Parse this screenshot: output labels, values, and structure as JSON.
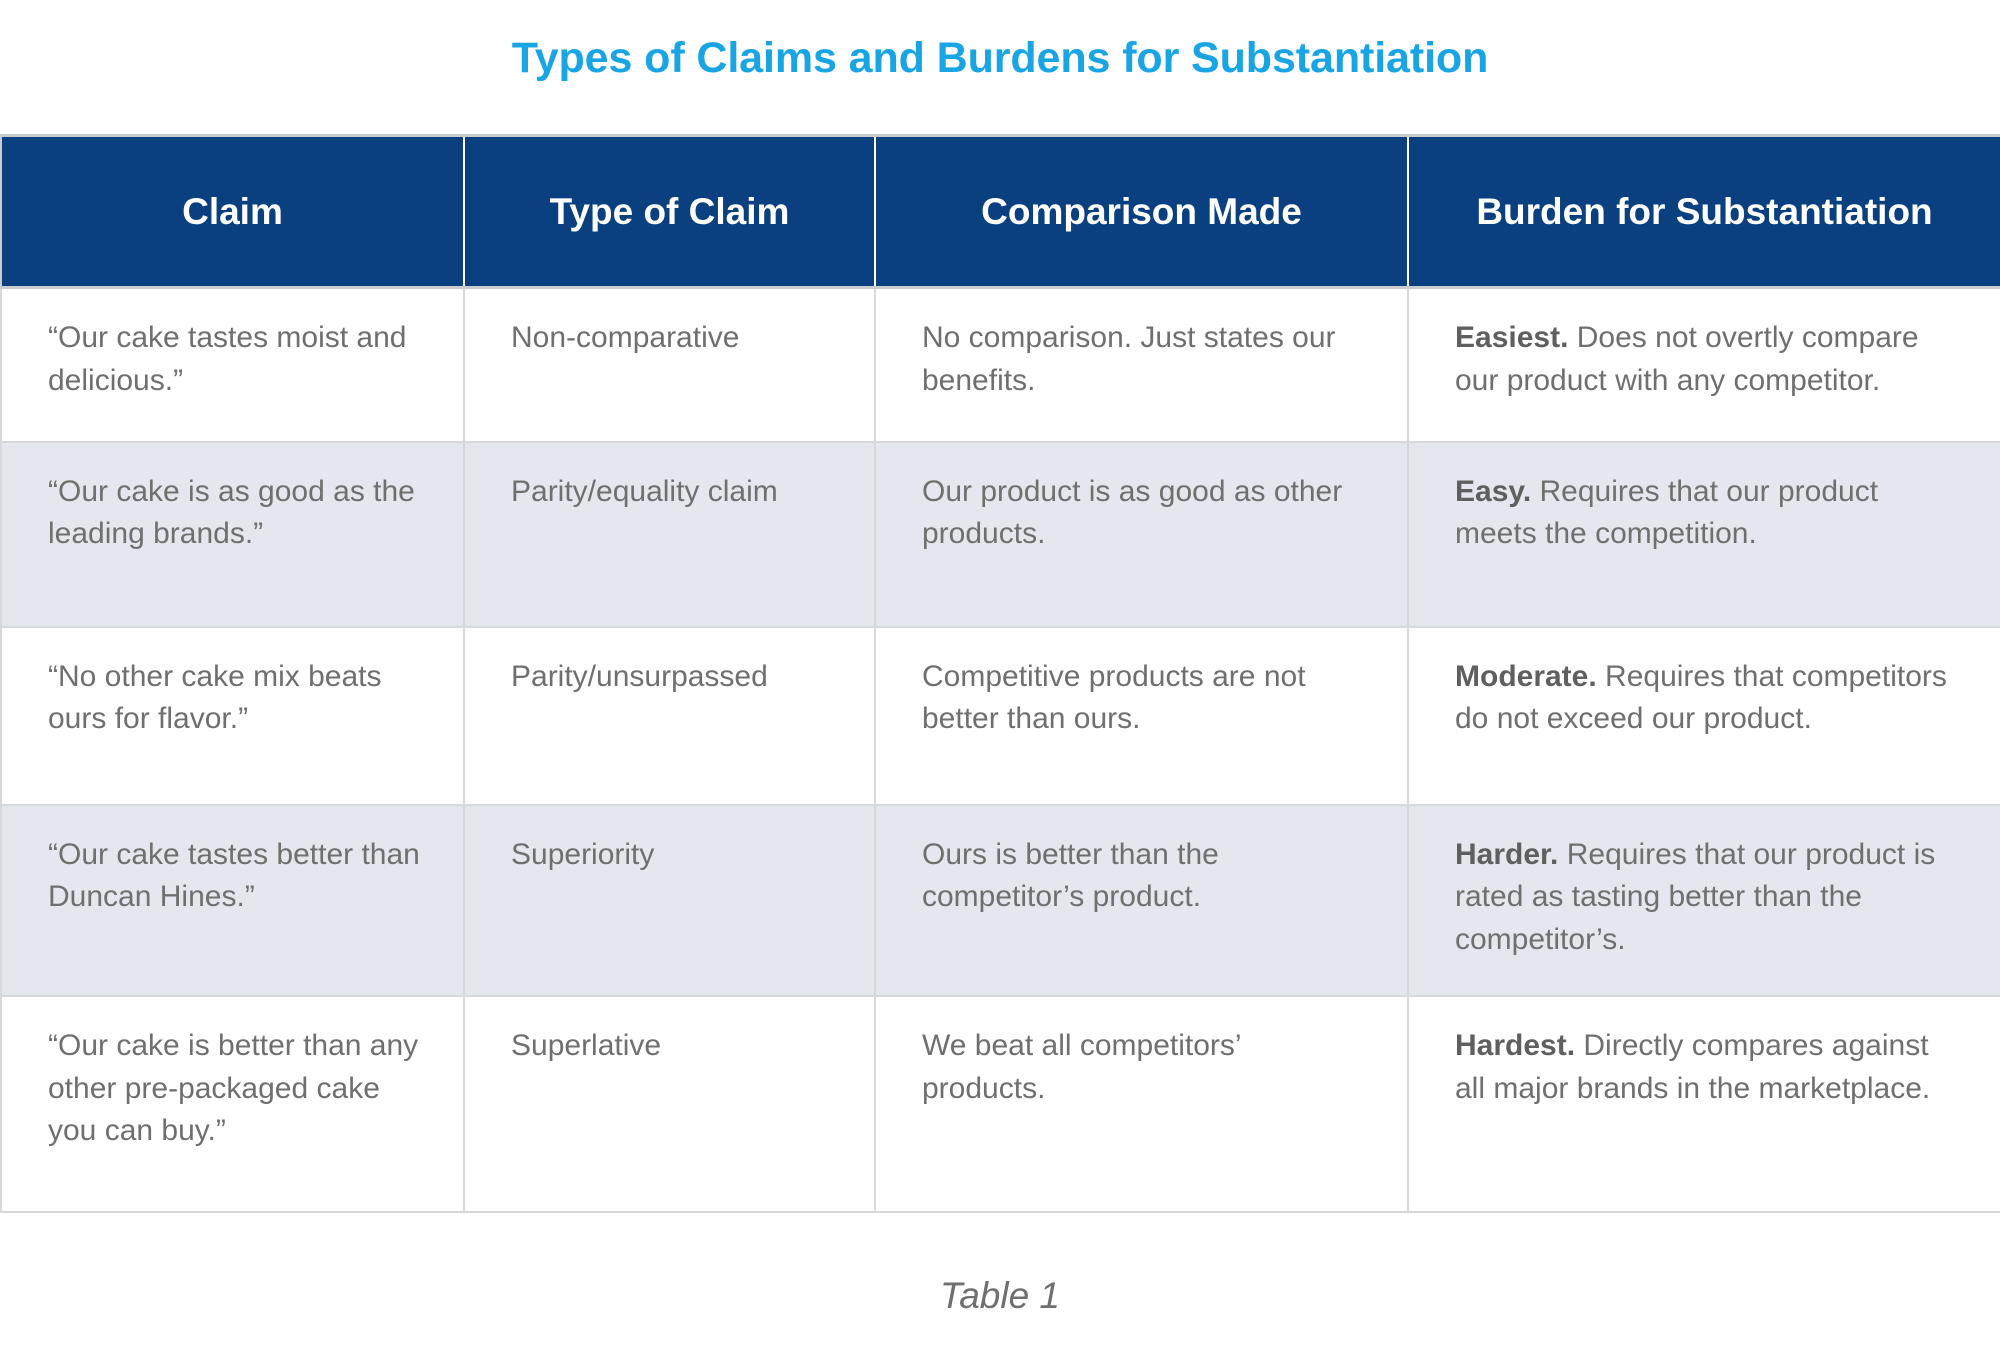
{
  "title": "Types of Claims and Burdens for Substantiation",
  "caption": "Table 1",
  "colors": {
    "title": "#19A5E3",
    "header_bg": "#0A4080",
    "header_text": "#FFFFFF",
    "row_alt_bg": "#E4E8EE",
    "row_bg": "#FFFFFF",
    "body_text": "#6F6F6F",
    "border": "#D6D8DC"
  },
  "table": {
    "headers": [
      "Claim",
      "Type of Claim",
      "Comparison Made",
      "Burden for Substantiation"
    ],
    "rows": [
      {
        "claim": "“Our cake tastes moist and delicious.”",
        "type": "Non-comparative",
        "comparison": "No comparison. Just states our benefits.",
        "burden_lead": "Easiest.",
        "burden_rest": "Does not overtly compare our product with any competitor.",
        "shaded": false
      },
      {
        "claim": "“Our cake is as good as the leading brands.”",
        "type": "Parity/equality claim",
        "comparison": "Our product is as good as other products.",
        "burden_lead": "Easy.",
        "burden_rest": "Requires that our product meets the competition.",
        "shaded": true
      },
      {
        "claim": "“No other cake mix beats ours for flavor.”",
        "type": "Parity/unsurpassed",
        "comparison": "Competitive products are not better than ours.",
        "burden_lead": "Moderate.",
        "burden_rest": "Requires that competitors do not exceed our product.",
        "shaded": false
      },
      {
        "claim": "“Our cake tastes better than Duncan Hines.”",
        "type": "Superiority",
        "comparison": "Ours is better than the competitor’s product.",
        "burden_lead": "Harder.",
        "burden_rest": "Requires that our product is rated as tasting better than the competitor’s.",
        "shaded": true
      },
      {
        "claim": "“Our cake is better than any other pre-packaged cake you can buy.”",
        "type": "Superlative",
        "comparison": "We beat all competitors’ products.",
        "burden_lead": "Hardest.",
        "burden_rest": "Directly compares against all major brands in the marketplace.",
        "shaded": false
      }
    ]
  }
}
